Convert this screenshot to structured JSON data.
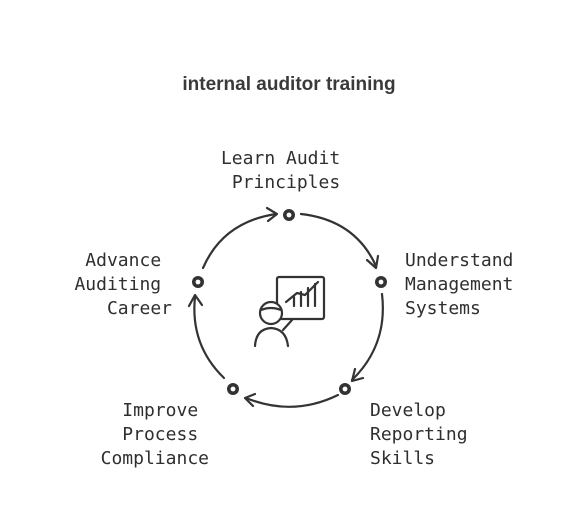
{
  "diagram": {
    "title": "internal auditor training",
    "center_icon": "presenter-with-chart-icon",
    "stroke_color": "#333333",
    "steps": [
      {
        "id": "learn",
        "lines": [
          "Learn Audit",
          "Principles"
        ]
      },
      {
        "id": "understand",
        "lines": [
          "Understand",
          "Management",
          "Systems"
        ]
      },
      {
        "id": "develop",
        "lines": [
          "Develop",
          "Reporting",
          "Skills"
        ]
      },
      {
        "id": "improve",
        "lines": [
          "Improve",
          "Process",
          "Compliance"
        ]
      },
      {
        "id": "advance",
        "lines": [
          "Advance",
          "Auditing",
          "Career"
        ]
      }
    ]
  }
}
